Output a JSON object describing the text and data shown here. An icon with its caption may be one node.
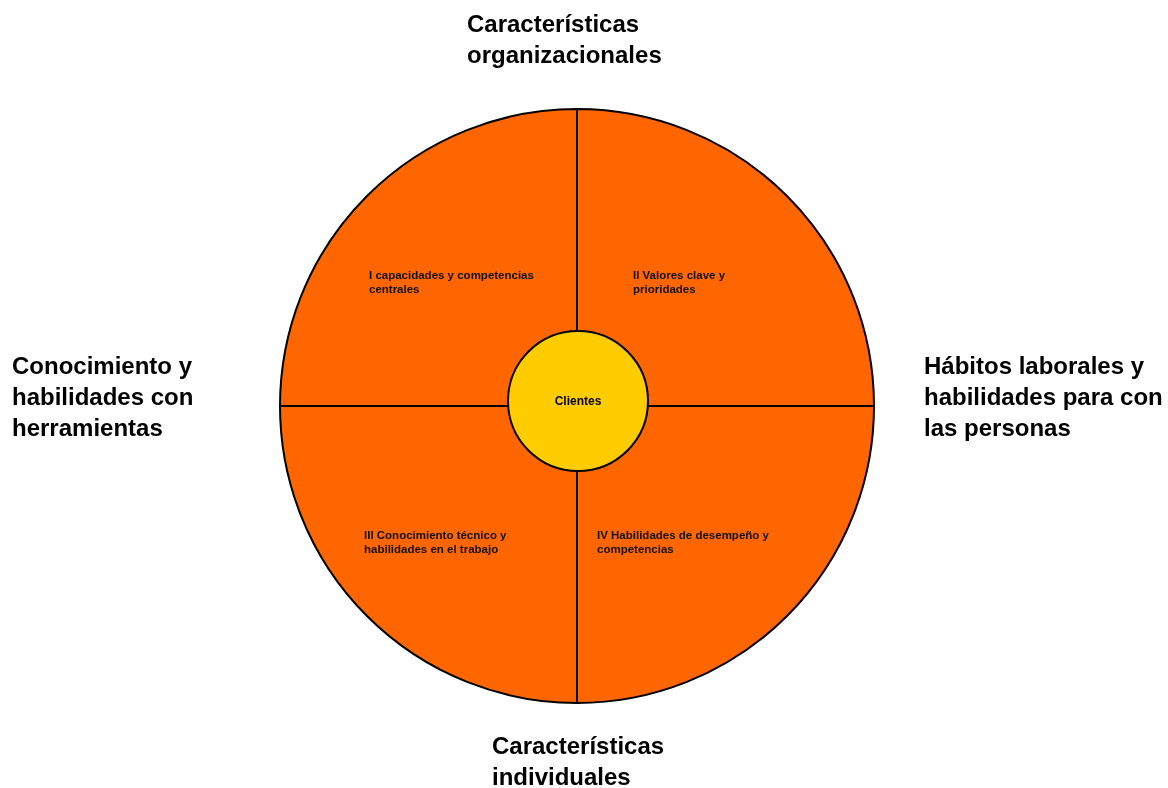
{
  "diagram": {
    "nodes": [
      {
        "text": [
          "I capacidades y competencias centrales"
        ]
      },
      {
        "text": [
          "II Valores clave y prioridades"
        ]
      },
      {
        "text": [
          "III Conocimiento técnico y habilidades en el trabajo"
        ]
      },
      {
        "text": [
          "IV Habilidades de desempeño y competencias"
        ]
      },
      {
        "text": [
          "Clientes"
        ]
      }
    ],
    "labels": [
      "Características organizacionales",
      "Conocimiento y habilidades con herramientas",
      "Hábitos laborales y habilidades para con las personas",
      "Características individuales"
    ]
  }
}
